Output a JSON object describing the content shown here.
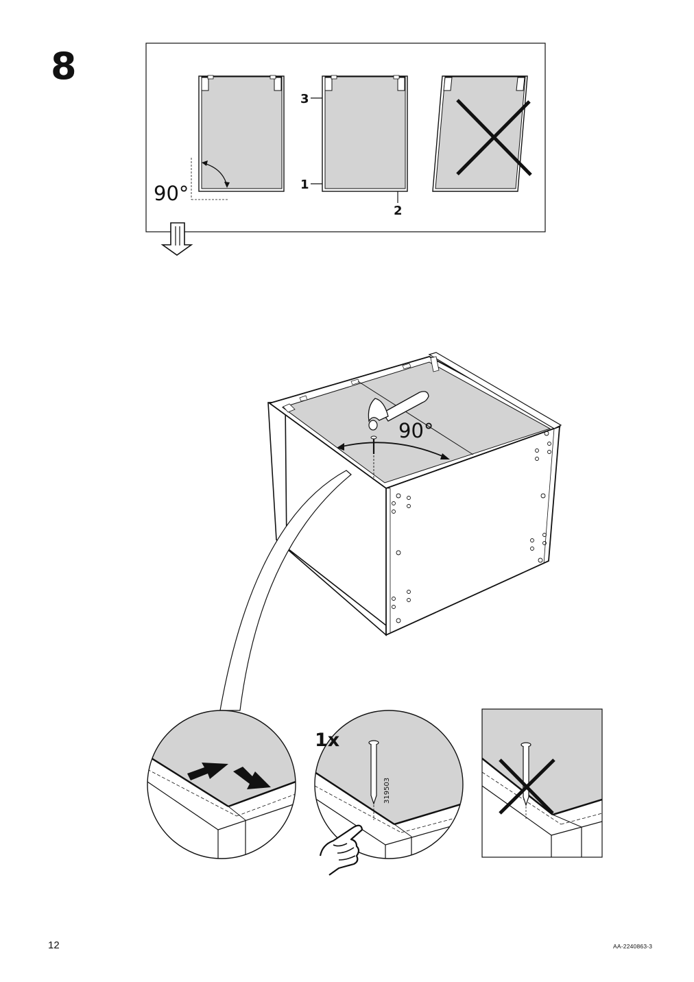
{
  "step": {
    "number": "8"
  },
  "top_panel": {
    "angle_label": "90°",
    "part_labels": [
      "3",
      "1",
      "2"
    ]
  },
  "cabinet": {
    "angle_label": "90°"
  },
  "details": {
    "quantity_label": "1x",
    "nail_article_number": "319503"
  },
  "footer": {
    "page_number": "12",
    "document_id": "AA-2240863-3"
  },
  "colors": {
    "panel_gray": "#d3d3d3",
    "line": "#111111",
    "background": "#ffffff"
  }
}
